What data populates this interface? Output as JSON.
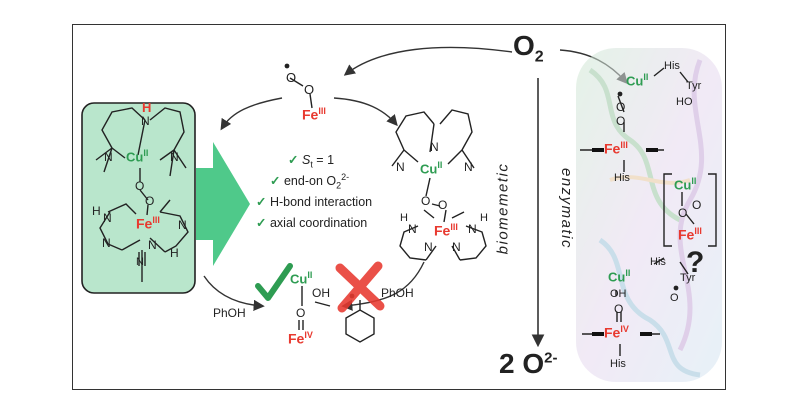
{
  "diagram": {
    "o2_top": "O",
    "o2_top_sub": "2",
    "o2_bottom_coef": "2 O",
    "o2_bottom_sup": "2-",
    "biomemetic": "biomemetic",
    "enzymatic": "enzymatic",
    "conditions": [
      {
        "prefix": "S",
        "sub": "t",
        "text": " = 1"
      },
      {
        "prefix": "end-on O",
        "sub": "2",
        "sup": "2-",
        "text": ""
      },
      {
        "prefix": "",
        "sub": "",
        "text": "H-bond interaction"
      },
      {
        "prefix": "",
        "sub": "",
        "text": "axial coordination"
      }
    ],
    "check_glyph": "✓",
    "question_mark": "?",
    "phoh_left": "PhOH",
    "phoh_right": "PhOH",
    "labels": {
      "cu": "Cu",
      "cu_ox": "II",
      "fe": "Fe",
      "fe_ox3": "III",
      "fe_ox4": "IV",
      "n": "N",
      "h": "H",
      "o": "O",
      "oh": "OH",
      "ho": "HO",
      "his": "His",
      "tyr": "Tyr"
    },
    "colors": {
      "cu": "#2e9c52",
      "fe": "#e8392f",
      "panel": "#b9e6cc",
      "arrow": "#4fc98a",
      "cross": "#e8392f"
    }
  }
}
